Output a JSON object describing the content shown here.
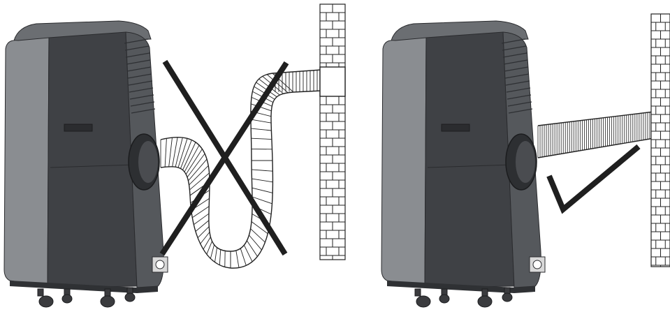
{
  "figure": {
    "panels": [
      {
        "name": "incorrect-installation",
        "mark": "cross-mark-icon",
        "hose_shape": "looped, sagging"
      },
      {
        "name": "correct-installation",
        "mark": "check-mark-icon",
        "hose_shape": "short, straight"
      }
    ],
    "colors": {
      "unit_dark": "#3f4145",
      "unit_mid": "#55585c",
      "unit_light": "#8a8d91",
      "unit_top": "#6b6e72",
      "mark": "#1f1f1f",
      "line": "#222222",
      "background": "#ffffff"
    }
  }
}
